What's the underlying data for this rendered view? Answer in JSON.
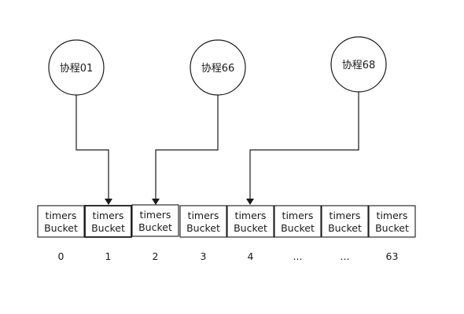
{
  "goroutines": [
    {
      "label": "协程01",
      "target_bucket": 1
    },
    {
      "label": "协程66",
      "target_bucket": 2
    },
    {
      "label": "协程68",
      "target_bucket": 4
    }
  ],
  "buckets": [
    {
      "line1": "timers",
      "line2": "Bucket",
      "index": "0",
      "bold": false
    },
    {
      "line1": "timers",
      "line2": "Bucket",
      "index": "1",
      "bold": true
    },
    {
      "line1": "timers",
      "line2": "Bucket",
      "index": "2",
      "bold": false
    },
    {
      "line1": "timers",
      "line2": "Bucket",
      "index": "3",
      "bold": false
    },
    {
      "line1": "timers",
      "line2": "Bucket",
      "index": "4",
      "bold": false
    },
    {
      "line1": "timers",
      "line2": "Bucket",
      "index": "...",
      "bold": false
    },
    {
      "line1": "timers",
      "line2": "Bucket",
      "index": "...",
      "bold": false
    },
    {
      "line1": "timers",
      "line2": "Bucket",
      "index": "63",
      "bold": false
    }
  ],
  "colors": {
    "stroke": "#1a1a1a",
    "text": "#1a1a1a",
    "background": "#ffffff"
  }
}
